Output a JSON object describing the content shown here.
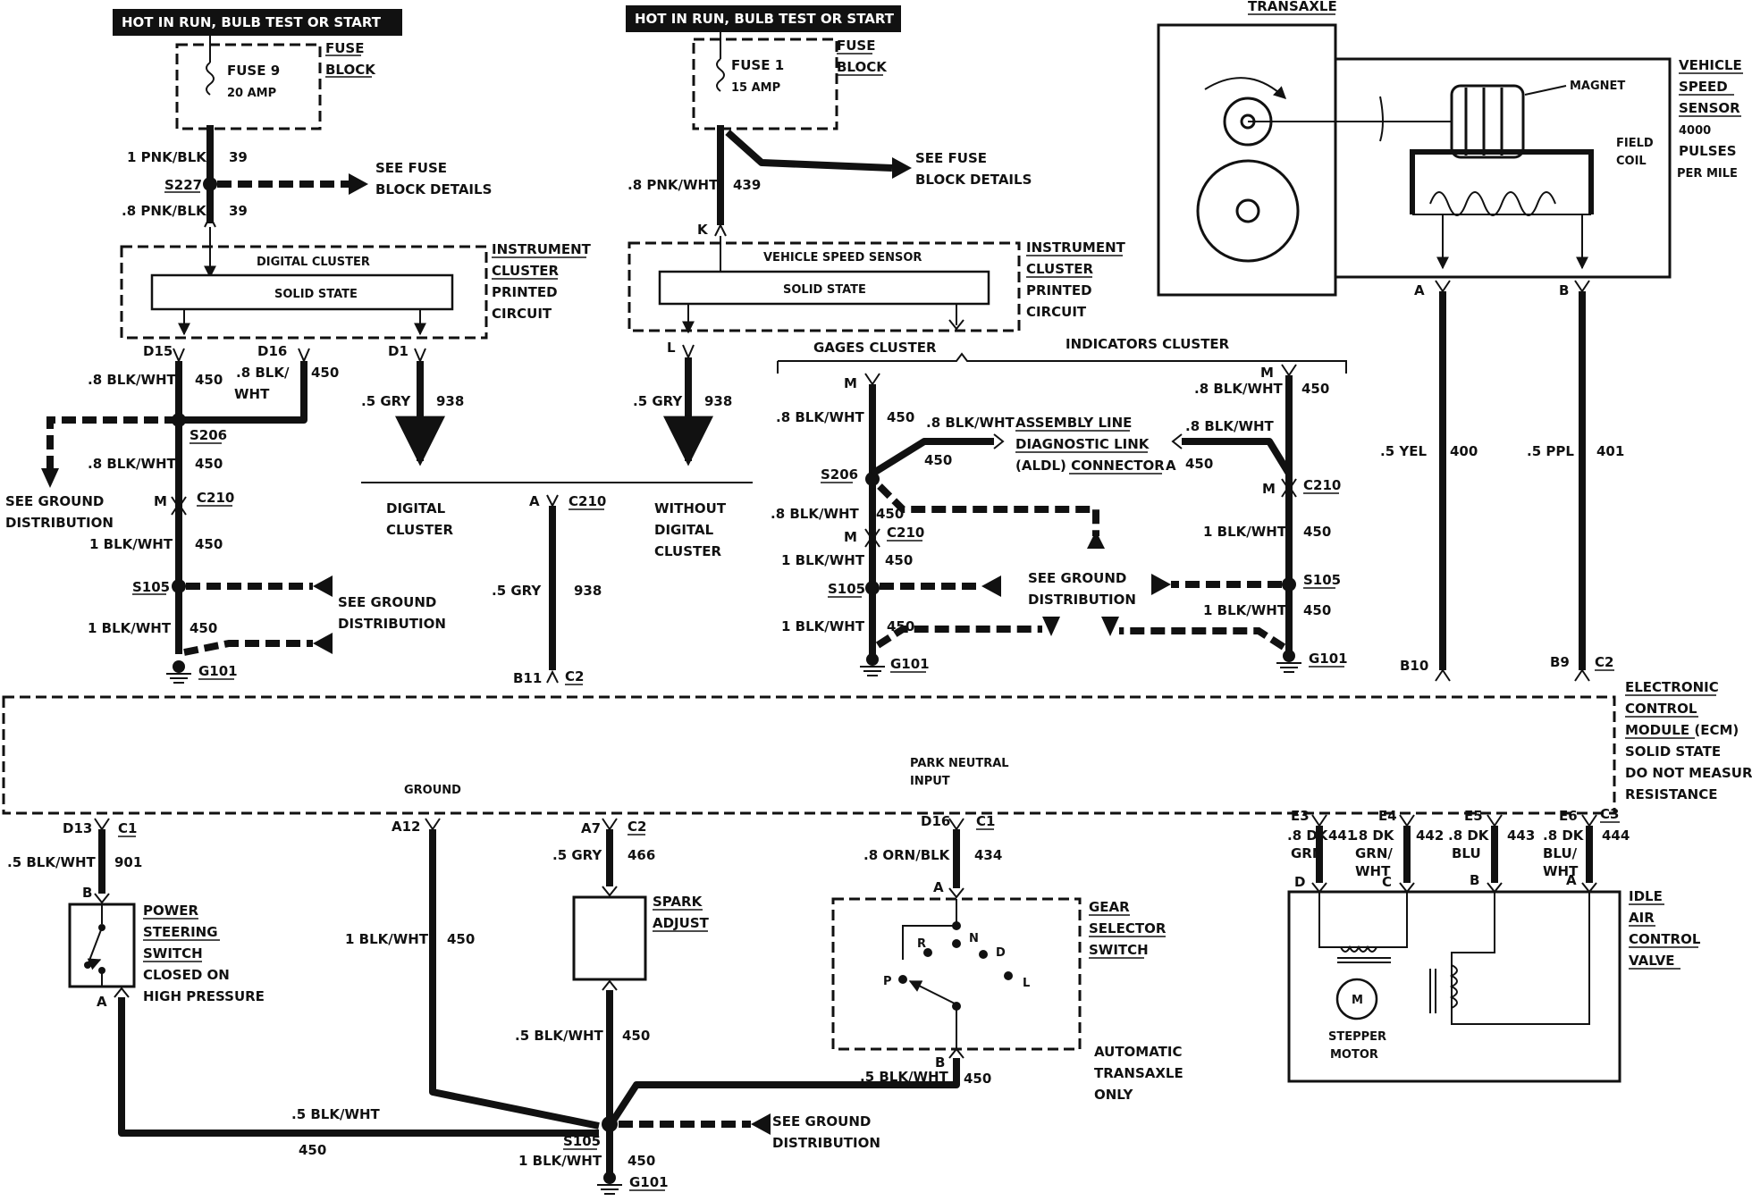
{
  "top_left": {
    "banner": "HOT IN RUN, BULB TEST OR START",
    "fuse_name": "FUSE 9",
    "fuse_rating": "20 AMP",
    "fuse_block": [
      "FUSE",
      "BLOCK"
    ],
    "wire_upper": "1 PNK/BLK",
    "wire_upper_circuit": "39",
    "splice": "S227",
    "see_fuse": [
      "SEE FUSE",
      "BLOCK DETAILS"
    ],
    "wire_lower": ".8 PNK/BLK",
    "wire_lower_circuit": "39"
  },
  "cluster_left": {
    "title": "DIGITAL CLUSTER",
    "solid_state": "SOLID STATE",
    "label": [
      "INSTRUMENT",
      "CLUSTER",
      "PRINTED",
      "CIRCUIT"
    ],
    "pin_d15": "D15",
    "pin_d16": "D16",
    "pin_d1": "D1"
  },
  "left_ground": {
    "w1": ".8 BLK/WHT",
    "w1c": "450",
    "w2a": ".8 BLK/",
    "w2b": "WHT",
    "w2c": "450",
    "s206": "S206",
    "w3": ".8 BLK/WHT",
    "w3c": "450",
    "see_ground": [
      "SEE GROUND",
      "DISTRIBUTION"
    ],
    "conn_m": "M",
    "c210": "C210",
    "w4": "1 BLK/WHT",
    "w4c": "450",
    "s105": "S105",
    "see_ground2": [
      "SEE GROUND",
      "DISTRIBUTION"
    ],
    "w5": "1 BLK/WHT",
    "w5c": "450",
    "g101": "G101"
  },
  "gry_wires": {
    "w1": ".5 GRY",
    "w1c": "938",
    "digital": [
      "DIGITAL",
      "CLUSTER"
    ],
    "without": [
      "WITHOUT",
      "DIGITAL",
      "CLUSTER"
    ],
    "conn_a": "A",
    "c210": "C210",
    "w2": ".5 GRY",
    "w2c": "938",
    "b11": "B11",
    "c2": "C2",
    "w3": ".5 GRY",
    "w3c": "938",
    "pin_l": "L"
  },
  "top_mid": {
    "banner": "HOT IN RUN, BULB TEST OR START",
    "fuse_name": "FUSE 1",
    "fuse_rating": "15 AMP",
    "fuse_block": [
      "FUSE",
      "BLOCK"
    ],
    "see_fuse": [
      "SEE FUSE",
      "BLOCK DETAILS"
    ],
    "wire": ".8 PNK/WHT",
    "wire_circuit": "439",
    "pin_k": "K"
  },
  "cluster_mid": {
    "title": "VEHICLE SPEED SENSOR",
    "solid_state": "SOLID STATE",
    "label": [
      "INSTRUMENT",
      "CLUSTER",
      "PRINTED",
      "CIRCUIT"
    ],
    "gages": "GAGES CLUSTER",
    "indicators": "INDICATORS CLUSTER"
  },
  "mid_ground": {
    "m1": "M",
    "w1": ".8 BLK/WHT",
    "w1c": "450",
    "aldl_wire": ".8 BLK/WHT",
    "aldl_c": "450",
    "aldl": [
      "ASSEMBLY LINE",
      "DIAGNOSTIC LINK",
      "(ALDL) CONNECTOR"
    ],
    "aldl_a": "A",
    "r_wire": ".8 BLK/WHT",
    "r_c": "450",
    "s206": "S206",
    "w2": ".8 BLK/WHT",
    "w2c": "450",
    "m2": "M",
    "c210": "C210",
    "w3": "1 BLK/WHT",
    "w3c": "450",
    "s105": "S105",
    "see_ground": [
      "SEE GROUND",
      "DISTRIBUTION"
    ],
    "w4": "1 BLK/WHT",
    "w4c": "450",
    "g101": "G101",
    "rm1": "M",
    "rw1": ".8 BLK/WHT",
    "rw1c": "450",
    "rm2": "M",
    "rc210": "C210",
    "rw2": "1 BLK/WHT",
    "rw2c": "450",
    "rs105": "S105",
    "rw3": "1 BLK/WHT",
    "rw3c": "450",
    "rg101": "G101"
  },
  "transaxle": {
    "title": "TRANSAXLE",
    "magnet": "MAGNET",
    "field": [
      "FIELD",
      "COIL"
    ],
    "vss": [
      "VEHICLE",
      "SPEED",
      "SENSOR",
      "4000",
      "PULSES",
      "PER MILE"
    ],
    "pin_a": "A",
    "pin_b": "B",
    "wire_a": ".5 YEL",
    "wire_a_c": "400",
    "wire_b": ".5 PPL",
    "wire_b_c": "401",
    "b10": "B10",
    "b9": "B9",
    "c2": "C2"
  },
  "ecm": {
    "label": [
      "ELECTRONIC",
      "CONTROL",
      "MODULE (ECM)",
      "SOLID STATE",
      "DO NOT MEASURE",
      "RESISTANCE"
    ],
    "ground": "GROUND",
    "park_neutral": [
      "PARK NEUTRAL",
      "INPUT"
    ]
  },
  "bottom": {
    "d13": "D13",
    "c1": "C1",
    "w_ps": ".5 BLK/WHT",
    "w_ps_c": "901",
    "pin_b": "B",
    "pin_a": "A",
    "ps_label": [
      "POWER",
      "STEERING",
      "SWITCH",
      "CLOSED ON",
      "HIGH PRESSURE"
    ],
    "a12": "A12",
    "w_a12": "1 BLK/WHT",
    "w_a12_c": "450",
    "a7": "A7",
    "c2": "C2",
    "w_a7": ".5 GRY",
    "w_a7_c": "466",
    "spark": [
      "SPARK",
      "ADJUST"
    ],
    "w_sp": ".5 BLK/WHT",
    "w_sp_c": "450",
    "d16": "D16",
    "c1b": "C1",
    "w_gs": ".8 ORN/BLK",
    "w_gs_c": "434",
    "gs_a": "A",
    "gs_b": "B",
    "gs_label": [
      "GEAR",
      "SELECTOR",
      "SWITCH"
    ],
    "gear_r": "R",
    "gear_n": "N",
    "gear_d": "D",
    "gear_p": "P",
    "gear_l": "L",
    "automatic": [
      "AUTOMATIC",
      "TRANSAXLE",
      "ONLY"
    ],
    "w_gsb": ".5 BLK/WHT",
    "w_gsb_c": "450",
    "w_left": ".5 BLK/WHT",
    "w_left_c": "450",
    "s105": "S105",
    "w_g": "1 BLK/WHT",
    "w_g_c": "450",
    "g101": "G101",
    "see_ground": [
      "SEE GROUND",
      "DISTRIBUTION"
    ]
  },
  "iac": {
    "e3": "E3",
    "e3w": [
      ".8 DK",
      "GRN"
    ],
    "e3c": "441",
    "e4": "E4",
    "e4w": [
      ".8 DK",
      "GRN/",
      "WHT"
    ],
    "e4c": "442",
    "e5": "E5",
    "e5w": [
      ".8 DK",
      "BLU"
    ],
    "e5c": "443",
    "e6": "E6",
    "c3": "C3",
    "e6w": [
      ".8 DK",
      "BLU/",
      "WHT"
    ],
    "e6c": "444",
    "pin_d": "D",
    "pin_c": "C",
    "pin_b": "B",
    "pin_a": "A",
    "motor": "M",
    "stepper": [
      "STEPPER",
      "MOTOR"
    ],
    "label": [
      "IDLE",
      "AIR",
      "CONTROL",
      "VALVE"
    ]
  }
}
